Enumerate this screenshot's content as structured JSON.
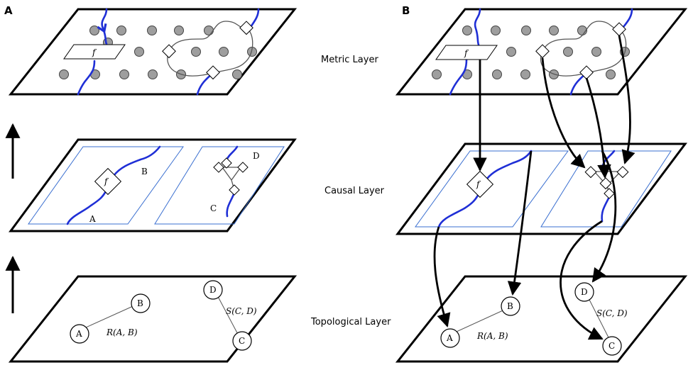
{
  "panels": {
    "a": "A",
    "b": "B"
  },
  "layers": {
    "metric": "Metric Layer",
    "causal": "Causal Layer",
    "topological": "Topological Layer"
  },
  "causal": {
    "node_a": "A",
    "node_b": "B",
    "node_c": "C",
    "node_d": "D",
    "process_f": "f"
  },
  "metric": {
    "process_f": "f"
  },
  "topological": {
    "node_a": "A",
    "node_b": "B",
    "node_c": "C",
    "node_d": "D",
    "relation_ab": "R(A, B)",
    "relation_cd": "S(C, D)"
  },
  "b_panel": {
    "metric_f": "f",
    "causal_f": "f",
    "node_a": "A",
    "node_b": "B",
    "node_c": "C",
    "node_d": "D",
    "relation_ab": "R(A, B)",
    "relation_cd": "S(C, D)"
  },
  "colors": {
    "wire": "#1f2fd6",
    "subplane": "#3a6fd0",
    "dot": "#9e9e9e"
  }
}
